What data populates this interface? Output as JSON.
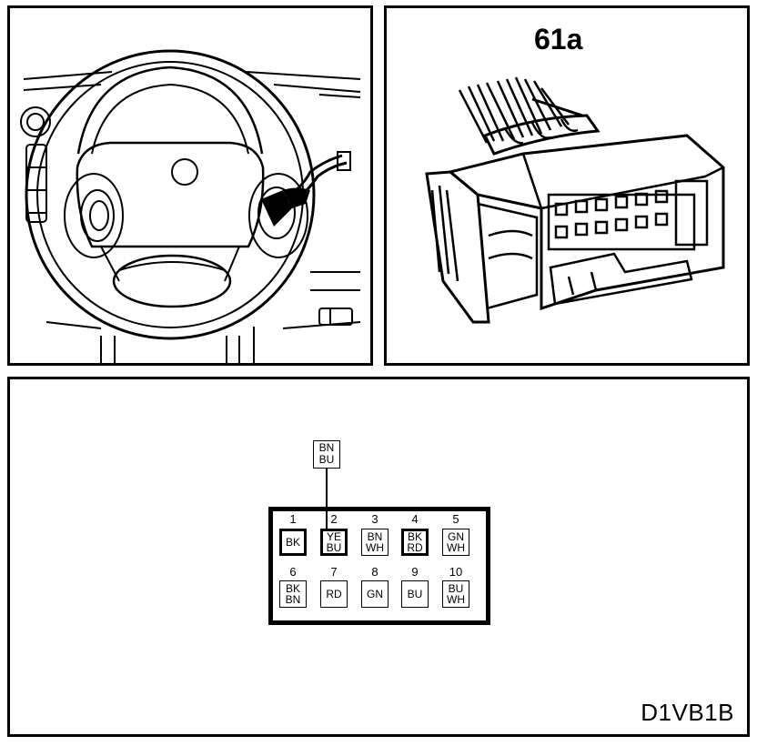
{
  "connector": {
    "id": "61a",
    "diagram_code": "D1VB1B"
  },
  "wire_tag": {
    "line1": "BN",
    "line2": "BU"
  },
  "pins": [
    {
      "num": "1",
      "line1": "BK",
      "line2": "",
      "thick": true
    },
    {
      "num": "2",
      "line1": "YE",
      "line2": "BU",
      "thick": true
    },
    {
      "num": "3",
      "line1": "BN",
      "line2": "WH",
      "thick": false
    },
    {
      "num": "4",
      "line1": "BK",
      "line2": "RD",
      "thick": true
    },
    {
      "num": "5",
      "line1": "GN",
      "line2": "WH",
      "thick": false
    },
    {
      "num": "6",
      "line1": "BK",
      "line2": "BN",
      "thick": false
    },
    {
      "num": "7",
      "line1": "RD",
      "line2": "",
      "thick": false
    },
    {
      "num": "8",
      "line1": "GN",
      "line2": "",
      "thick": false
    },
    {
      "num": "9",
      "line1": "BU",
      "line2": "",
      "thick": false
    },
    {
      "num": "10",
      "line1": "BU",
      "line2": "WH",
      "thick": false
    }
  ]
}
